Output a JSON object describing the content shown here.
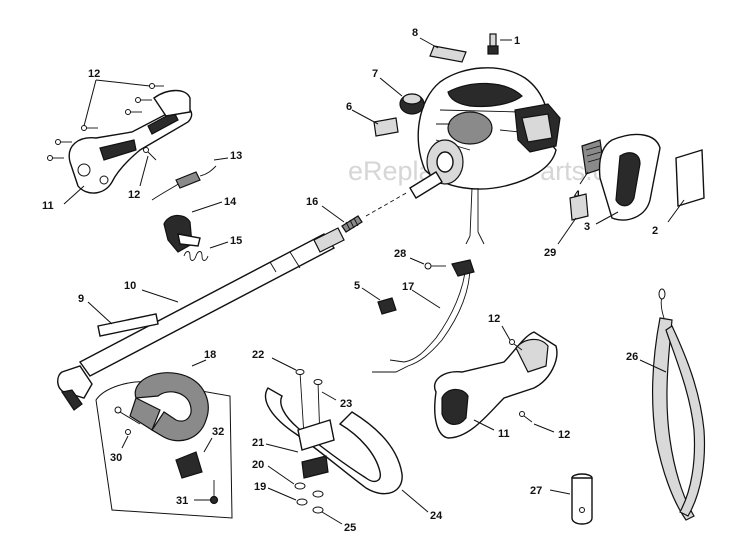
{
  "watermark": "eReplacementParts.com",
  "callouts": {
    "c1": "1",
    "c2": "2",
    "c3": "3",
    "c4": "4",
    "c5": "5",
    "c6": "6",
    "c7": "7",
    "c8": "8",
    "c9": "9",
    "c10": "10",
    "c11a": "11",
    "c11b": "11",
    "c12a": "12",
    "c12b": "12",
    "c12c": "12",
    "c12d": "12",
    "c13": "13",
    "c14": "14",
    "c15": "15",
    "c16": "16",
    "c17": "17",
    "c18": "18",
    "c19": "19",
    "c20": "20",
    "c21": "21",
    "c22": "22",
    "c23": "23",
    "c24": "24",
    "c25": "25",
    "c26": "26",
    "c27": "27",
    "c28": "28",
    "c29": "29",
    "c30": "30",
    "c31": "31",
    "c32": "32"
  }
}
